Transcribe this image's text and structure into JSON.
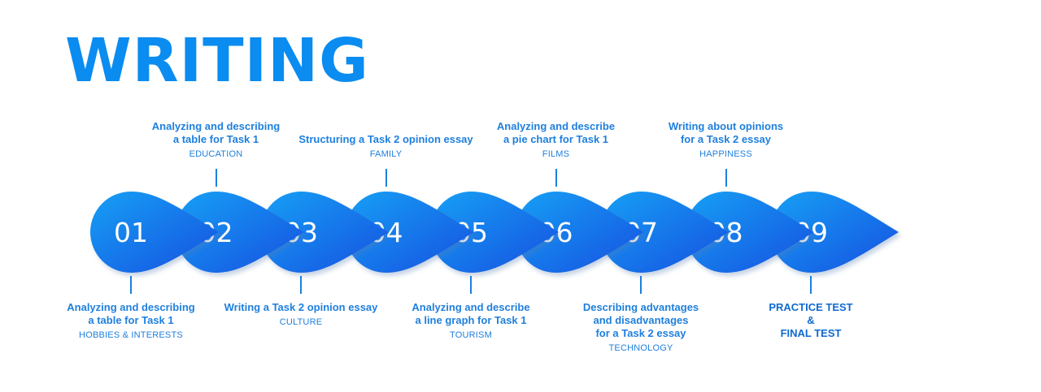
{
  "title": "WRITING",
  "colors": {
    "title": "#0a8cf0",
    "text": "#1e7fdd",
    "shape_light": "#1aa0f5",
    "shape_dark": "#1250e0"
  },
  "steps": [
    {
      "number": "01",
      "position": "bottom",
      "title": "Analyzing and describing\na table for Task 1",
      "topic": "HOBBIES & INTERESTS"
    },
    {
      "number": "02",
      "position": "top",
      "title": "Analyzing and describing\na table for Task 1",
      "topic": "EDUCATION"
    },
    {
      "number": "03",
      "position": "bottom",
      "title": "Writing a Task 2 opinion essay",
      "topic": "CULTURE"
    },
    {
      "number": "04",
      "position": "top",
      "title": "Structuring a Task 2 opinion essay",
      "topic": "FAMILY"
    },
    {
      "number": "05",
      "position": "bottom",
      "title": "Analyzing and describe\na line graph for Task 1",
      "topic": "TOURISM"
    },
    {
      "number": "06",
      "position": "top",
      "title": "Analyzing and describe\na pie chart for Task 1",
      "topic": "FILMS"
    },
    {
      "number": "07",
      "position": "bottom",
      "title": "Describing advantages\nand disadvantages\nfor a Task 2 essay",
      "topic": "TECHNOLOGY"
    },
    {
      "number": "08",
      "position": "top",
      "title": "Writing about opinions\nfor a Task 2 essay",
      "topic": "HAPPINESS"
    },
    {
      "number": "09",
      "position": "bottom",
      "title": "PRACTICE TEST\n&\nFINAL TEST",
      "topic": ""
    }
  ]
}
